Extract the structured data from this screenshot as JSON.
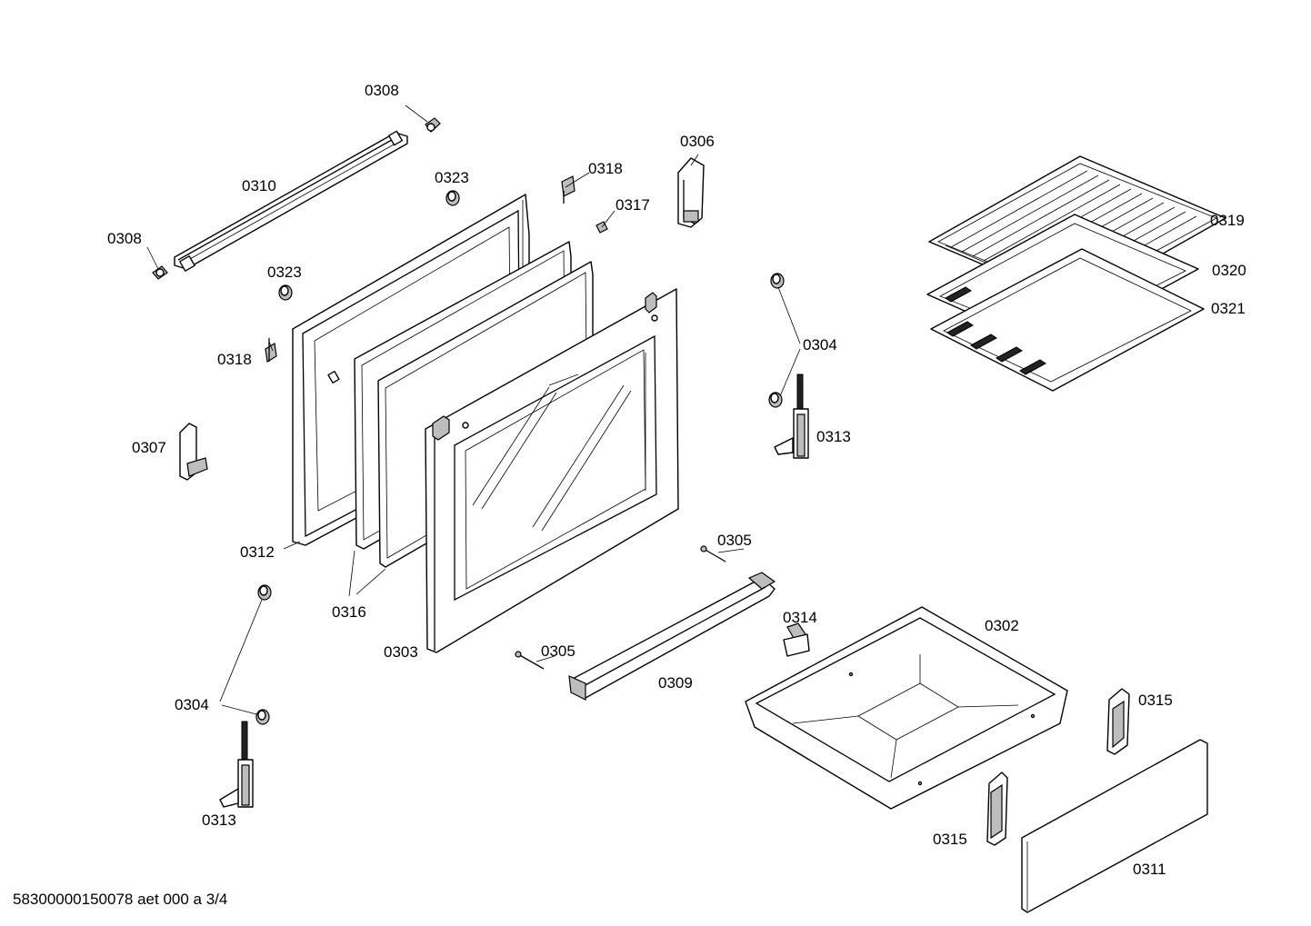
{
  "document": {
    "footer_code": "58300000150078 aet 000 a 3/4"
  },
  "callouts": {
    "c0308_top": "0308",
    "c0308_left": "0308",
    "c0310": "0310",
    "c0323_top": "0323",
    "c0323_mid": "0323",
    "c0318_top": "0318",
    "c0318_left": "0318",
    "c0317": "0317",
    "c0306": "0306",
    "c0307": "0307",
    "c0312": "0312",
    "c0316": "0316",
    "c0303": "0303",
    "c0304_right": "0304",
    "c0304_left": "0304",
    "c0313_right": "0313",
    "c0313_left": "0313",
    "c0305_top": "0305",
    "c0305_bottom": "0305",
    "c0309": "0309",
    "c0314": "0314",
    "c0302": "0302",
    "c0315_right": "0315",
    "c0315_left": "0315",
    "c0311": "0311",
    "c0319": "0319",
    "c0320": "0320",
    "c0321": "0321"
  }
}
